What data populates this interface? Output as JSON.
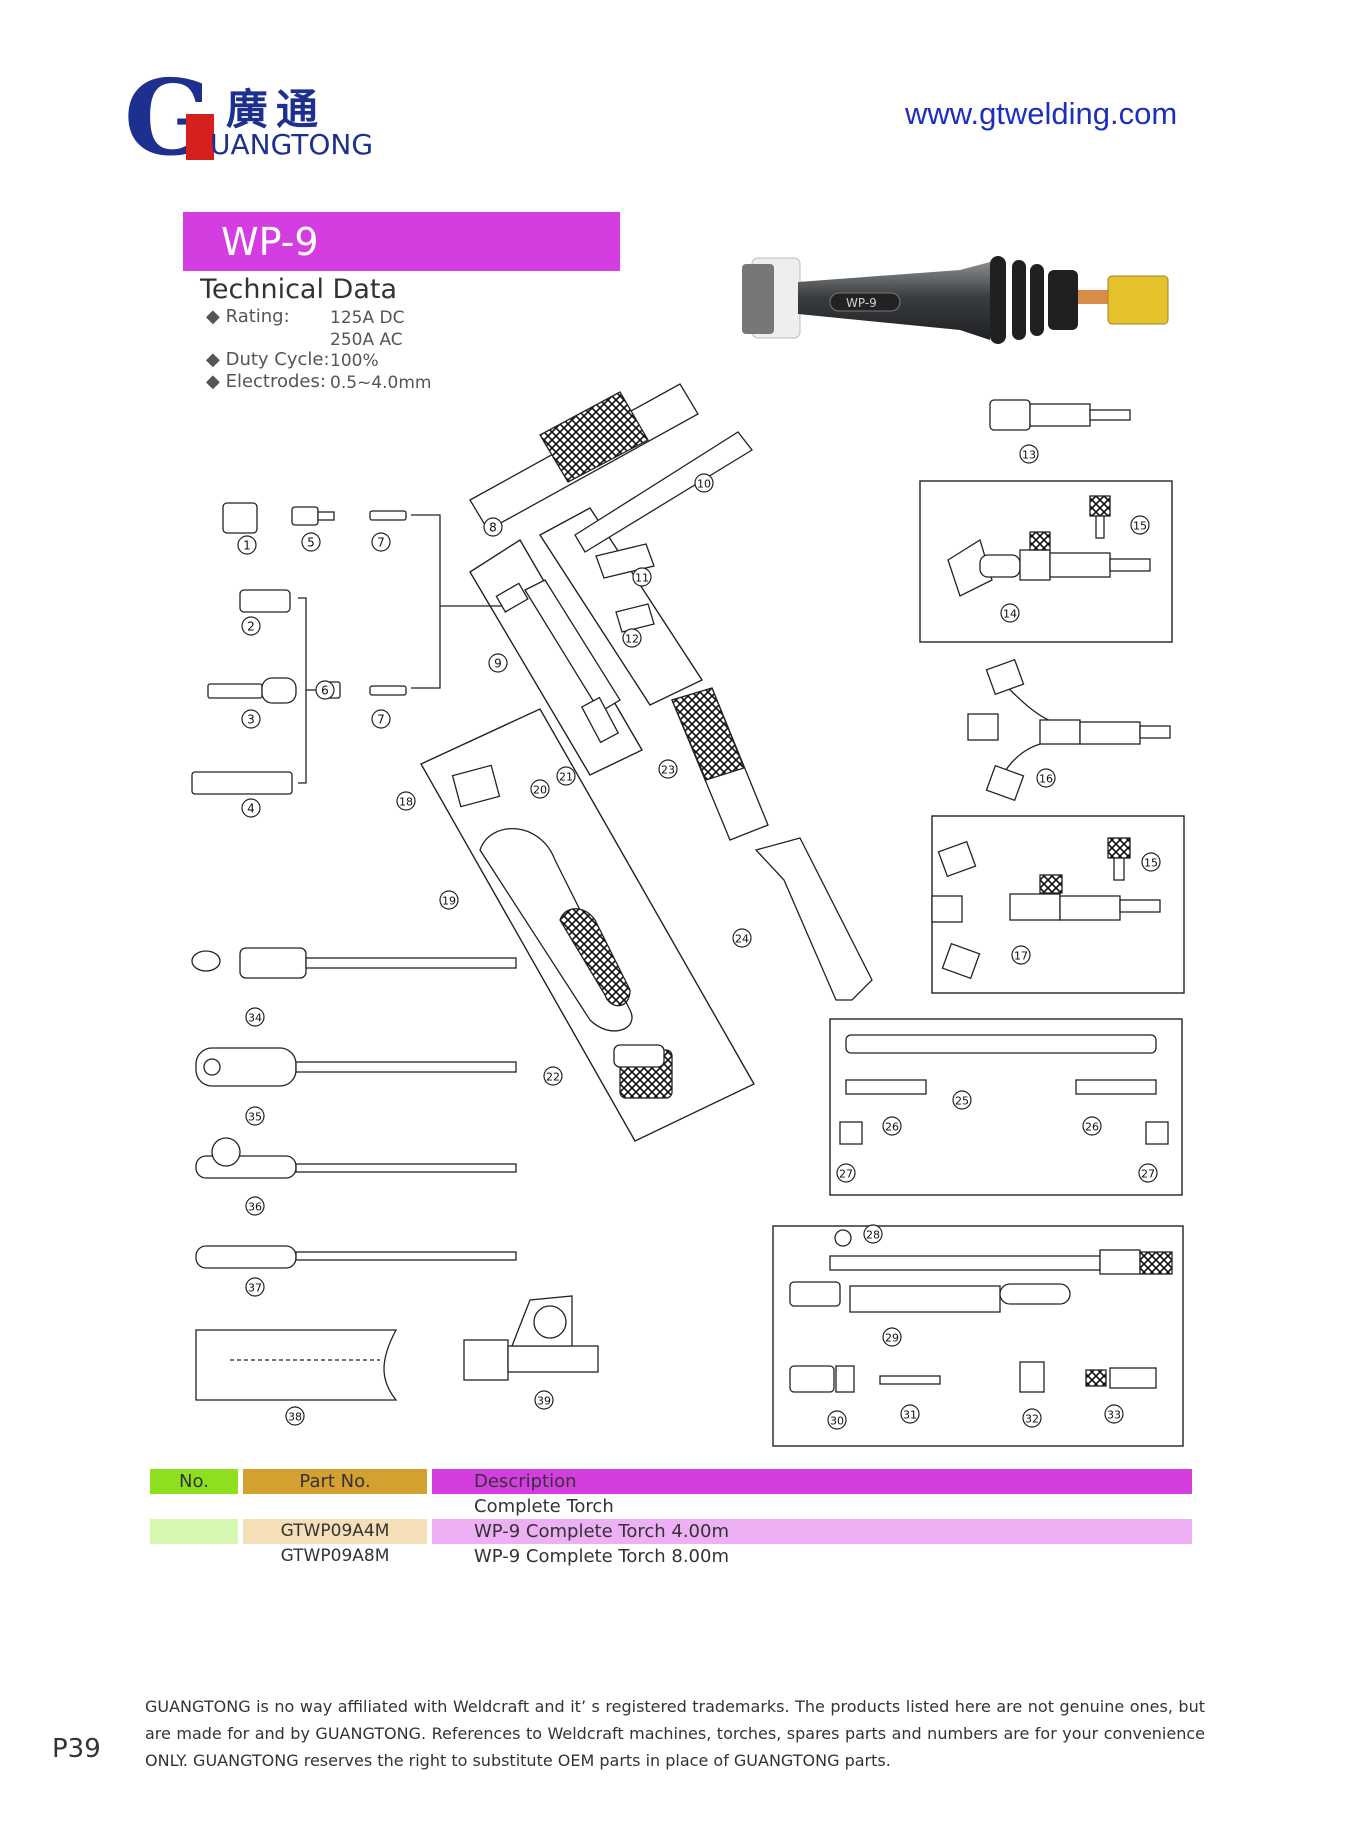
{
  "header": {
    "logo_letter_g": "G",
    "logo_chinese": "廣通",
    "logo_english": "UANGTONG",
    "website": "www.gtwelding.com"
  },
  "model": {
    "title": "WP-9",
    "technical_heading": "Technical Data",
    "specs": [
      {
        "label": "Rating:",
        "values": [
          "125A  DC",
          "250A  AC"
        ]
      },
      {
        "label": "Duty Cycle:",
        "values": [
          "100%"
        ]
      },
      {
        "label": "Electrodes:",
        "values": [
          "0.5~4.0mm"
        ]
      }
    ]
  },
  "torch_label": "WP-9",
  "callouts": [
    "1",
    "2",
    "3",
    "4",
    "5",
    "6",
    "7",
    "7",
    "8",
    "9",
    "10",
    "11",
    "12",
    "13",
    "14",
    "15",
    "16",
    "15",
    "17",
    "18",
    "19",
    "20",
    "21",
    "22",
    "23",
    "24",
    "25",
    "26",
    "26",
    "27",
    "27",
    "28",
    "29",
    "30",
    "31",
    "32",
    "33",
    "34",
    "35",
    "36",
    "37",
    "38",
    "39"
  ],
  "table": {
    "headers": {
      "no": "No.",
      "part": "Part No.",
      "desc": "Description"
    },
    "rows": [
      {
        "no": "",
        "part": "",
        "desc": "Complete Torch"
      },
      {
        "no": "",
        "part": "GTWP09A4M",
        "desc": "WP-9 Complete Torch 4.00m"
      },
      {
        "no": "",
        "part": "GTWP09A8M",
        "desc": "WP-9 Complete Torch 8.00m"
      }
    ],
    "colors": {
      "no": "#8ee01f",
      "part": "#d4a030",
      "desc": "#d43ee0",
      "no_light": "#d6f7b0",
      "part_light": "#f5dfb8",
      "desc_light": "#edb0f5"
    }
  },
  "footer": {
    "page": "P39",
    "disclaimer": "GUANGTONG is no way affiliated with Weldcraft and it’ s registered trademarks. The products listed here are not genuine ones, but are made for and by GUANGTONG. References to Weldcraft machines, torches, spares parts and numbers are for your convenience ONLY. GUANGTONG reserves the right to substitute OEM parts in place of GUANGTONG parts."
  }
}
